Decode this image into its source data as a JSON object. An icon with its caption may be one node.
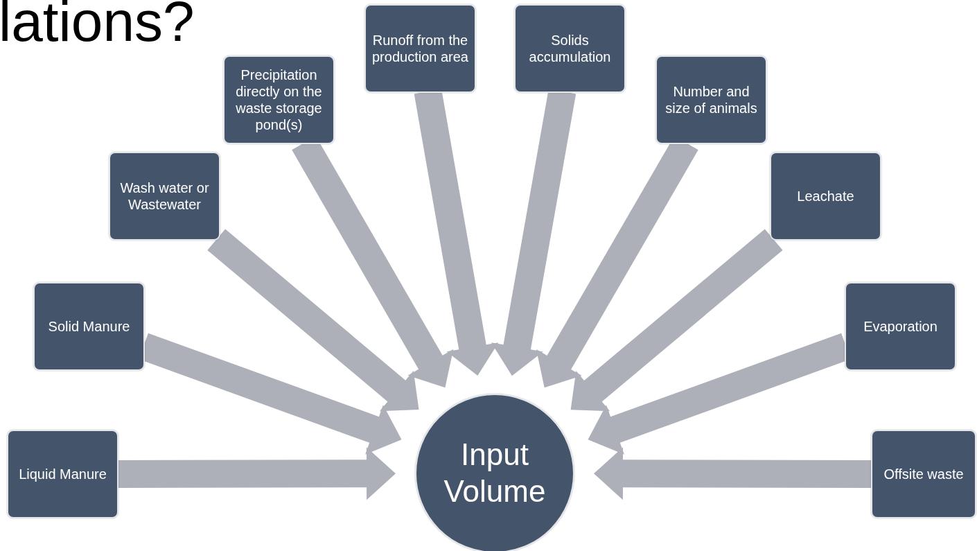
{
  "diagram": {
    "title": "lations?",
    "nodes": [
      {
        "text": [
          "Liquid Manure"
        ]
      },
      {
        "text": [
          "Solid Manure"
        ]
      },
      {
        "text": [
          "Wash water or Wastewater"
        ]
      },
      {
        "text": [
          "Precipitation directly on the waste storage pond(s)"
        ]
      },
      {
        "text": [
          "Runoff from the production area"
        ]
      },
      {
        "text": [
          "Solids accumulation"
        ]
      },
      {
        "text": [
          "Number and size of animals"
        ]
      },
      {
        "text": [
          "Leachate"
        ]
      },
      {
        "text": [
          "Evaporation"
        ]
      },
      {
        "text": [
          "Offsite waste"
        ]
      },
      {
        "text": [
          "Input Volume"
        ]
      }
    ],
    "edges": [
      {
        "from": 0,
        "to": 10,
        "arrow": "to"
      },
      {
        "from": 1,
        "to": 10,
        "arrow": "to"
      },
      {
        "from": 2,
        "to": 10,
        "arrow": "to"
      },
      {
        "from": 3,
        "to": 10,
        "arrow": "to"
      },
      {
        "from": 4,
        "to": 10,
        "arrow": "to"
      },
      {
        "from": 5,
        "to": 10,
        "arrow": "to"
      },
      {
        "from": 6,
        "to": 10,
        "arrow": "to"
      },
      {
        "from": 7,
        "to": 10,
        "arrow": "to"
      },
      {
        "from": 8,
        "to": 10,
        "arrow": "to"
      },
      {
        "from": 9,
        "to": 10,
        "arrow": "to"
      }
    ]
  }
}
